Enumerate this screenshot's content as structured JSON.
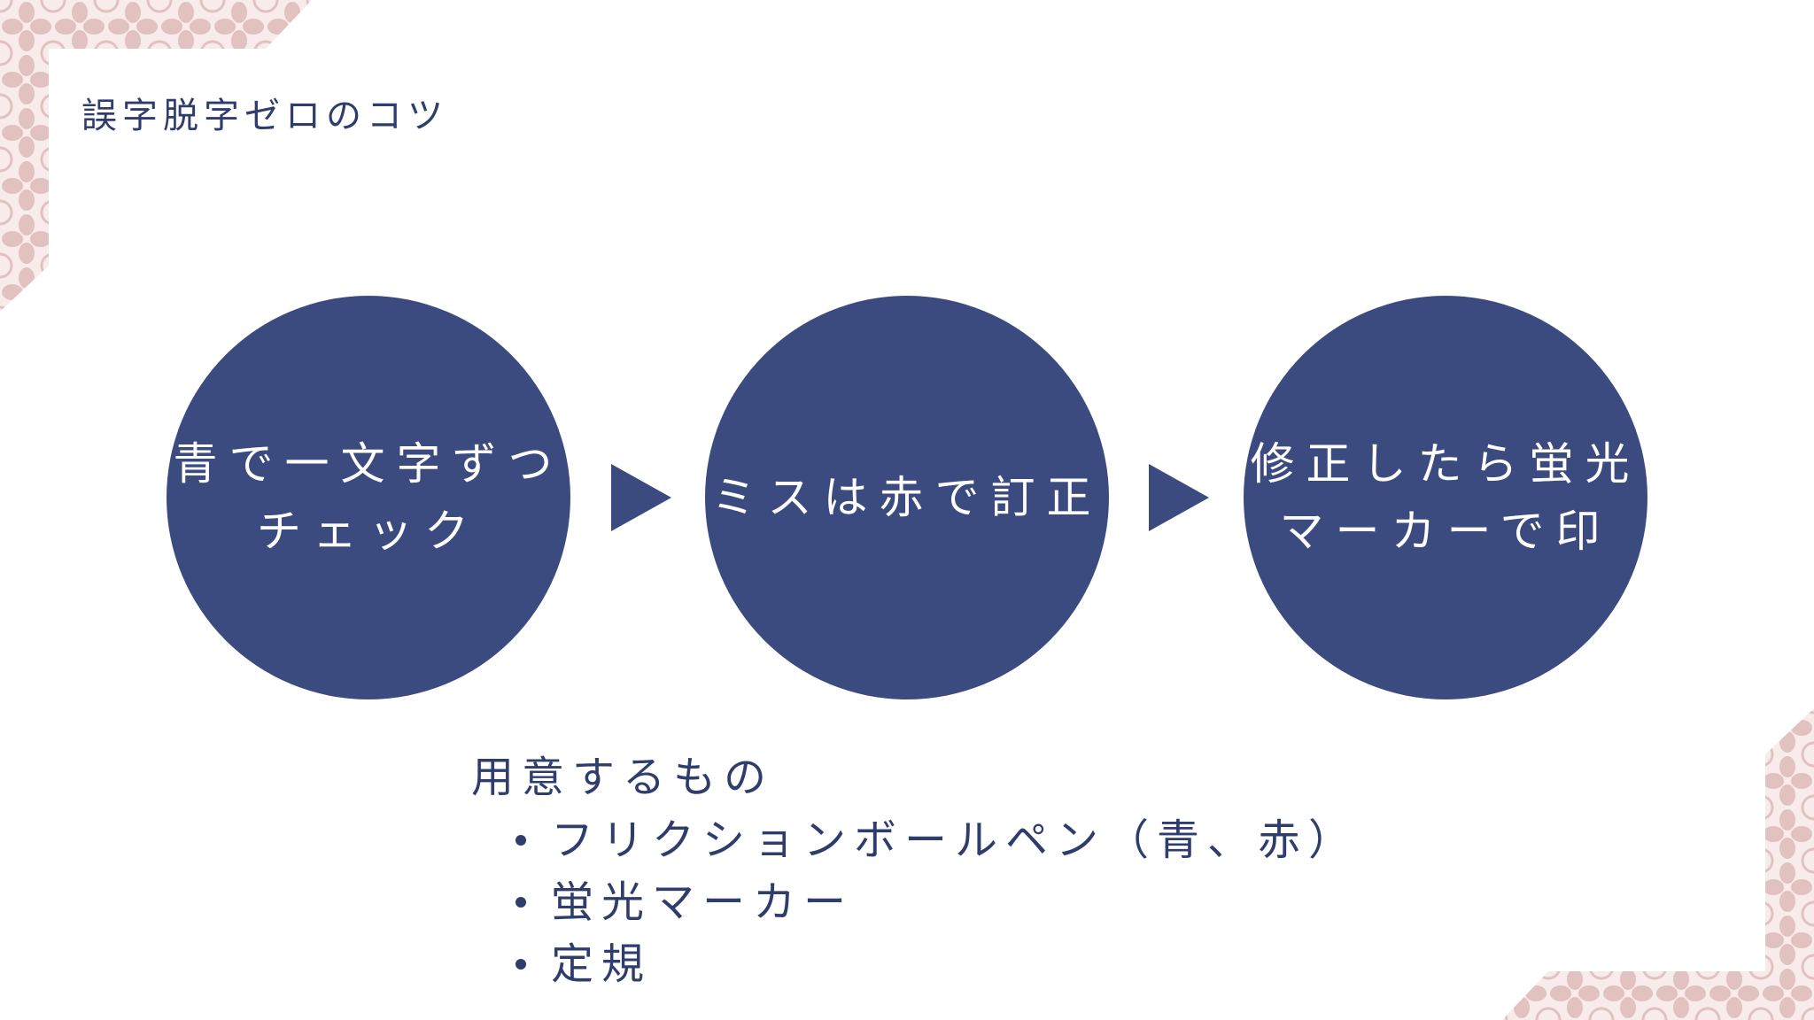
{
  "title": "誤字脱字ゼロのコツ",
  "steps": [
    {
      "lines": [
        "青で一文字ずつ",
        "チェック"
      ]
    },
    {
      "lines": [
        "ミスは赤で訂正"
      ]
    },
    {
      "lines": [
        "修正したら蛍光",
        "マーカーで印"
      ]
    }
  ],
  "supplies": {
    "heading": "用意するもの",
    "items": [
      "フリクションボールペン（青、赤）",
      "蛍光マーカー",
      "定規"
    ]
  },
  "colors": {
    "circle": "#3b4b7f",
    "text": "#2f3d6d",
    "pattern": "#e2c2c0"
  }
}
